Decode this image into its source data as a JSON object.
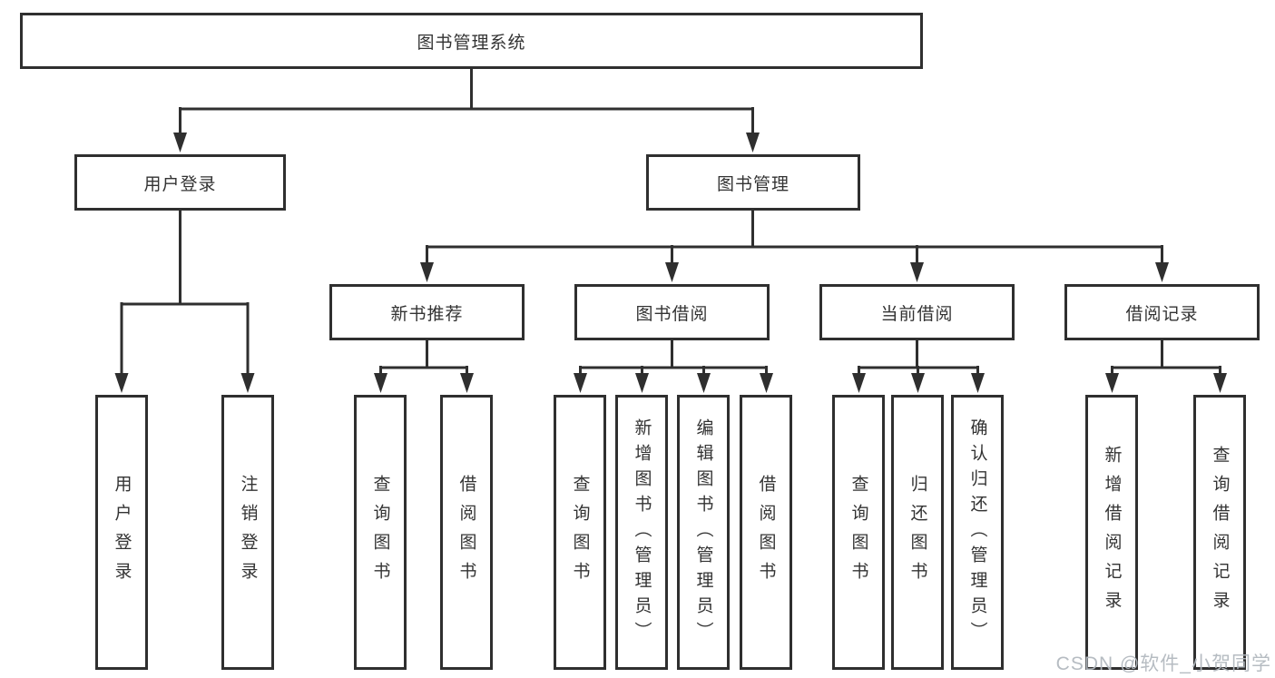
{
  "diagram": {
    "root": {
      "label": "图书管理系统",
      "children": [
        {
          "label": "用户登录",
          "children": [
            {
              "label": "用户登录"
            },
            {
              "label": "注销登录"
            }
          ]
        },
        {
          "label": "图书管理",
          "children": [
            {
              "label": "新书推荐",
              "children": [
                {
                  "label": "查询图书"
                },
                {
                  "label": "借阅图书"
                }
              ]
            },
            {
              "label": "图书借阅",
              "children": [
                {
                  "label": "查询图书"
                },
                {
                  "label": "新增图书（管理员）"
                },
                {
                  "label": "编辑图书（管理员）"
                },
                {
                  "label": "借阅图书"
                }
              ]
            },
            {
              "label": "当前借阅",
              "children": [
                {
                  "label": "查询图书"
                },
                {
                  "label": "归还图书"
                },
                {
                  "label": "确认归还（管理员）"
                }
              ]
            },
            {
              "label": "借阅记录",
              "children": [
                {
                  "label": "新增借阅记录"
                },
                {
                  "label": "查询借阅记录"
                }
              ]
            }
          ]
        }
      ]
    }
  },
  "watermark": {
    "text": "CSDN @软件_小贺同学"
  },
  "colors": {
    "line": "#2f2f2f",
    "text": "#333333",
    "watermark": "#b2b8bf",
    "background": "#ffffff"
  }
}
